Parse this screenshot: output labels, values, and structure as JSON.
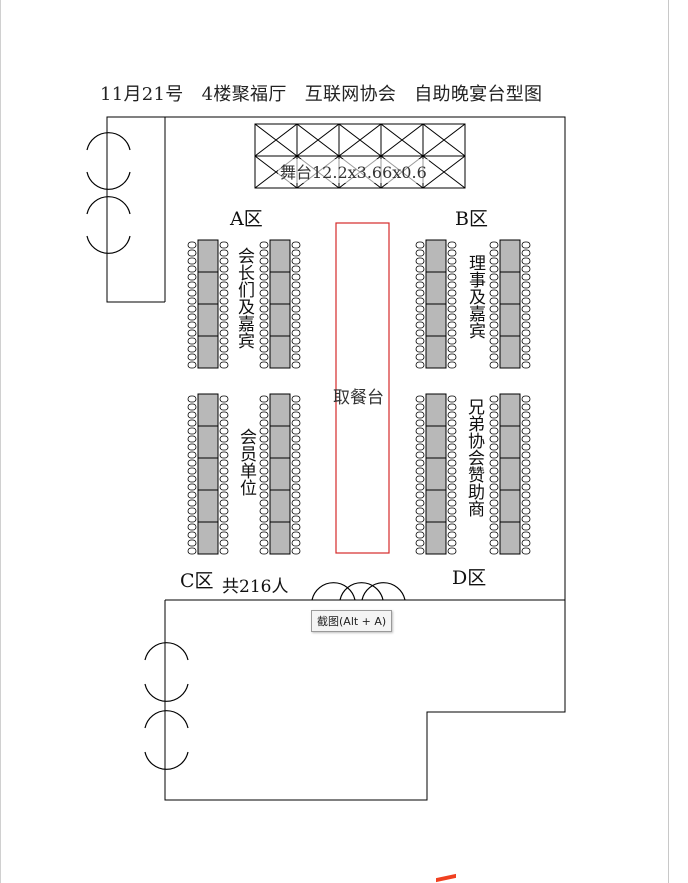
{
  "title": "11月21号   4楼聚福厅   互联网协会   自助晚宴台型图",
  "stage": {
    "label": "舞台12.2x3.66x0.6"
  },
  "buffet": {
    "label": "取餐台"
  },
  "zones": {
    "a": "A区",
    "b": "B区",
    "c": "C区",
    "d": "D区"
  },
  "groups": {
    "a": "会长们及嘉宾",
    "b": "理事及嘉宾",
    "c": "会员单位",
    "d": "兄弟协会赞助商"
  },
  "total": "共216人",
  "tooltip": "截图(Alt + A)",
  "colors": {
    "table": "#b8b8b8",
    "buffet": "#d42a2a",
    "lines": "#000000"
  }
}
